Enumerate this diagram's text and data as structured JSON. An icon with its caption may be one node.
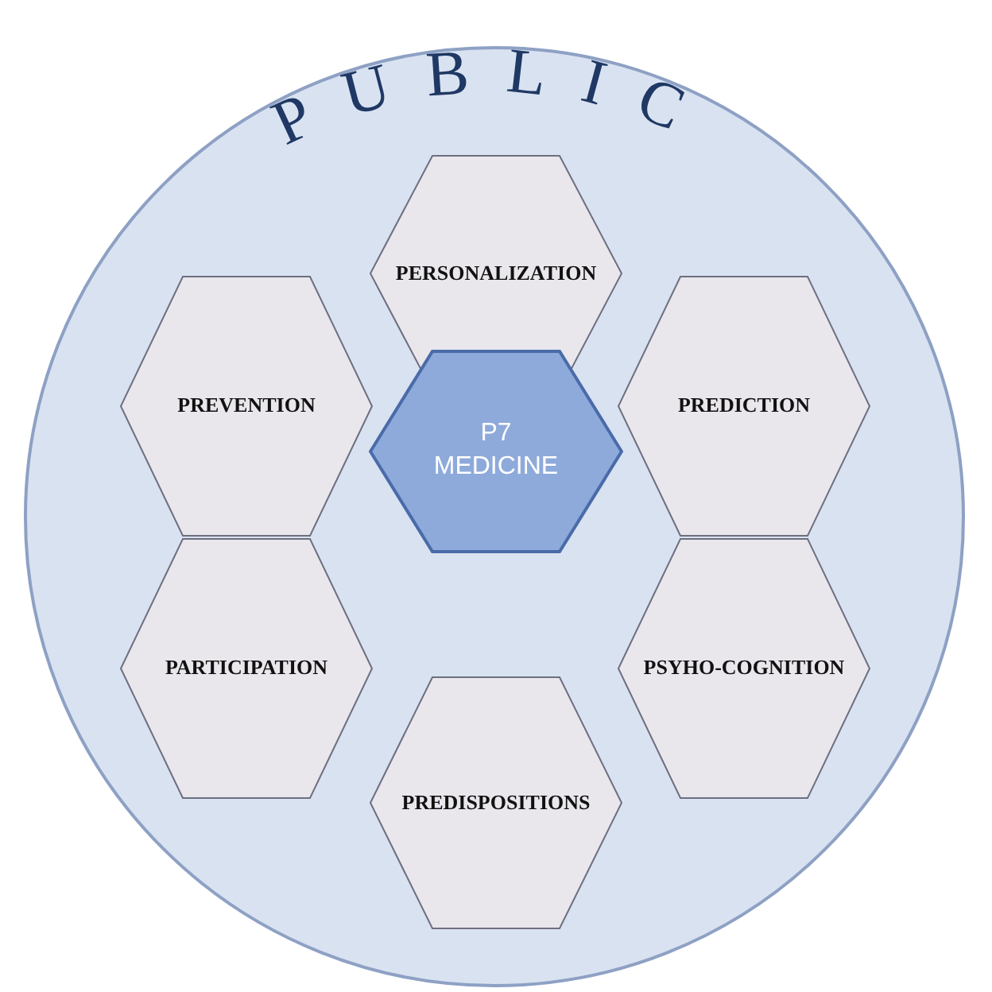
{
  "diagram": {
    "nodes": [
      {
        "text": [
          "PUBLIC"
        ]
      },
      {
        "text": [
          "PERSONALIZATION"
        ],
        "in": 0
      },
      {
        "text": [
          "PREVENTION"
        ],
        "in": 0
      },
      {
        "text": [
          "PREDICTION"
        ],
        "in": 0
      },
      {
        "text": [
          "P7 MEDICINE"
        ],
        "in": 0
      },
      {
        "text": [
          "PARTICIPATION"
        ],
        "in": 0
      },
      {
        "text": [
          "PSYHO-COGNITION"
        ],
        "in": 0
      },
      {
        "text": [
          "PREDISPOSITIONS"
        ],
        "in": 0
      }
    ],
    "edges": []
  }
}
